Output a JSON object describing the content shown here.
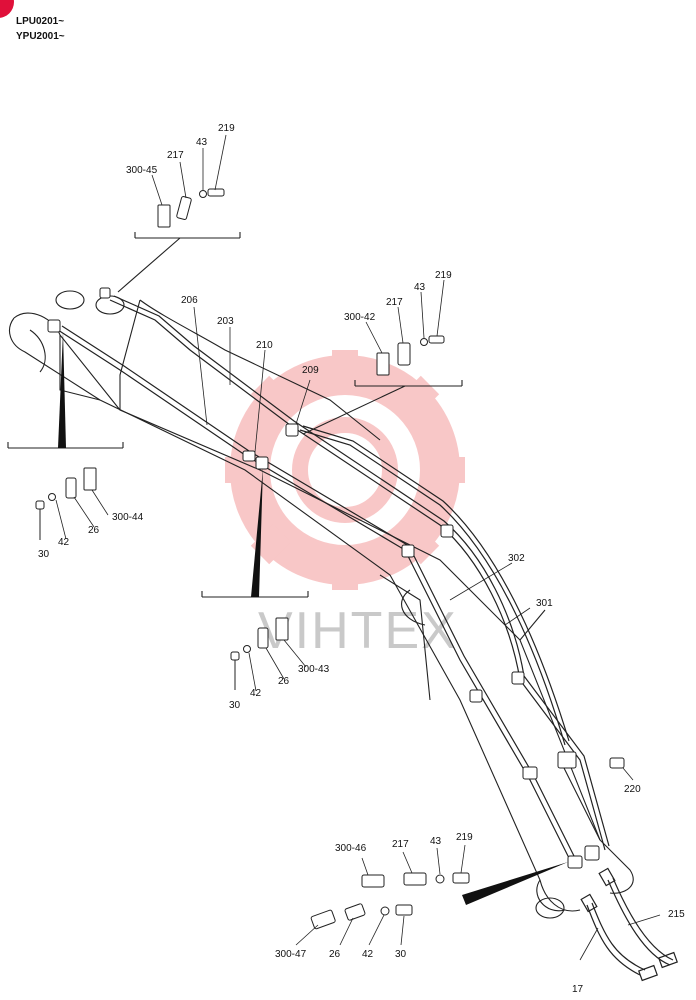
{
  "header": {
    "serial_1": "LPU0201~",
    "serial_2": "YPU2001~"
  },
  "watermark": {
    "text": "VIHTEX",
    "gear_color": "#f39a9a"
  },
  "corner_mark_color": "#e0103a",
  "callouts": {
    "top_group": {
      "c219": "219",
      "c43": "43",
      "c217": "217",
      "c300_45": "300-45"
    },
    "mid_right_group": {
      "c219": "219",
      "c43": "43",
      "c217": "217",
      "c300_42": "300-42"
    },
    "left_group": {
      "c300_44": "300-44",
      "c26": "26",
      "c42": "42",
      "c30": "30"
    },
    "center_group": {
      "c300_43": "300-43",
      "c26": "26",
      "c42": "42",
      "c30": "30"
    },
    "bottom_group": {
      "c300_46": "300-46",
      "c217": "217",
      "c43": "43",
      "c219": "219",
      "c300_47": "300-47",
      "c26": "26",
      "c42": "42",
      "c30": "30"
    },
    "pipes": {
      "c206": "206",
      "c203": "203",
      "c210": "210",
      "c209": "209",
      "c302": "302",
      "c301": "301",
      "c220": "220",
      "c215": "215",
      "c17": "17"
    }
  }
}
